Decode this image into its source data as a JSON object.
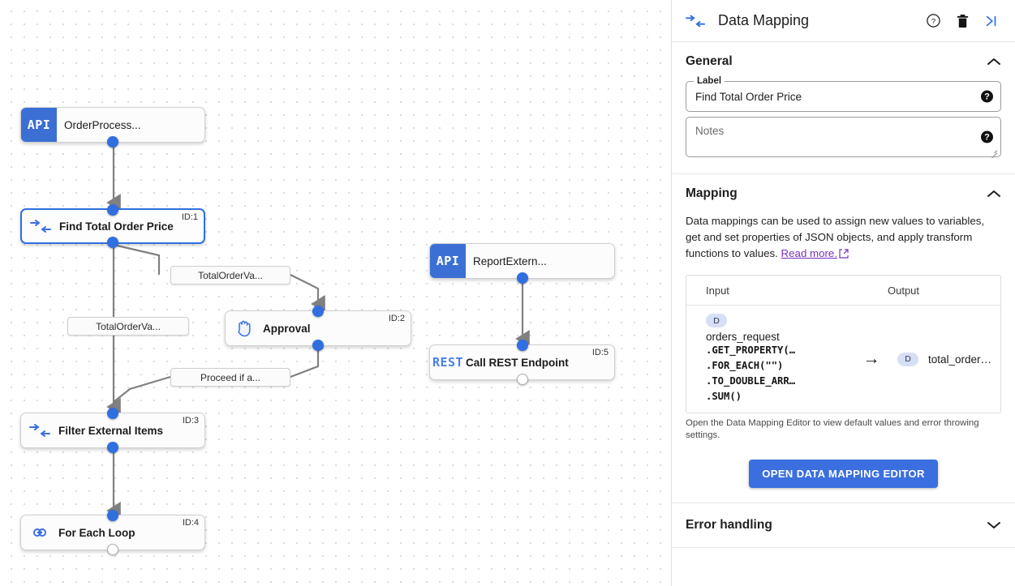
{
  "canvas": {
    "nodes": [
      {
        "id": "",
        "chip": "API",
        "chip_kind": "api",
        "title": "OrderProcess...",
        "icon": "api-chip-icon"
      },
      {
        "id": "ID:1",
        "chip": "",
        "chip_kind": "glyph",
        "title": "Find Total Order Price",
        "icon": "data-mapping-icon"
      },
      {
        "id": "ID:2",
        "chip": "",
        "chip_kind": "glyph",
        "title": "Approval",
        "icon": "hand-icon"
      },
      {
        "id": "ID:3",
        "chip": "",
        "chip_kind": "glyph",
        "title": "Filter External Items",
        "icon": "data-mapping-icon"
      },
      {
        "id": "ID:4",
        "chip": "",
        "chip_kind": "glyph",
        "title": "For Each Loop",
        "icon": "infinity-loop-icon"
      },
      {
        "id": "",
        "chip": "API",
        "chip_kind": "api",
        "title": "ReportExtern...",
        "icon": "api-chip-icon"
      },
      {
        "id": "ID:5",
        "chip": "REST",
        "chip_kind": "rest",
        "title": "Call REST Endpoint",
        "icon": "rest-chip-icon"
      }
    ],
    "edge_labels": [
      {
        "text": "TotalOrderVa..."
      },
      {
        "text": "TotalOrderVa..."
      },
      {
        "text": "Proceed if a..."
      }
    ]
  },
  "panel": {
    "header": {
      "title": "Data Mapping",
      "icon": "data-mapping-icon",
      "help_icon": "help-circle-icon",
      "delete_icon": "trash-icon",
      "collapse_icon": "collapse-right-icon"
    },
    "general": {
      "title": "General",
      "collapse_state": "expanded",
      "label_caption": "Label",
      "label_value": "Find Total Order Price",
      "notes_placeholder": "Notes",
      "notes_value": "",
      "help_glyph": "?"
    },
    "mapping": {
      "title": "Mapping",
      "collapse_state": "expanded",
      "description": "Data mappings can be used to assign new values to variables, get and set properties of JSON objects, and apply transform functions to values.",
      "link_text": "Read more.",
      "table": {
        "columns": [
          "Input",
          "Output"
        ],
        "rows": [
          {
            "input_badge": "D",
            "input_var": "orders_request",
            "input_expr": [
              ".GET_PROPERTY(…",
              ".FOR_EACH(\"\")",
              ".TO_DOUBLE_ARR…",
              ".SUM()"
            ],
            "arrow": "→",
            "output_badge": "D",
            "output_var": "total_order…"
          }
        ]
      },
      "footnote": "Open the Data Mapping Editor to view default values and error throwing settings.",
      "open_editor_button": "OPEN DATA MAPPING EDITOR"
    },
    "error_handling": {
      "title": "Error handling",
      "collapse_state": "collapsed"
    }
  },
  "colors": {
    "accent": "#3b6fe0",
    "node_port": "#2f6fe0",
    "link": "#7a2fbe",
    "badge": "#d6dff5"
  }
}
